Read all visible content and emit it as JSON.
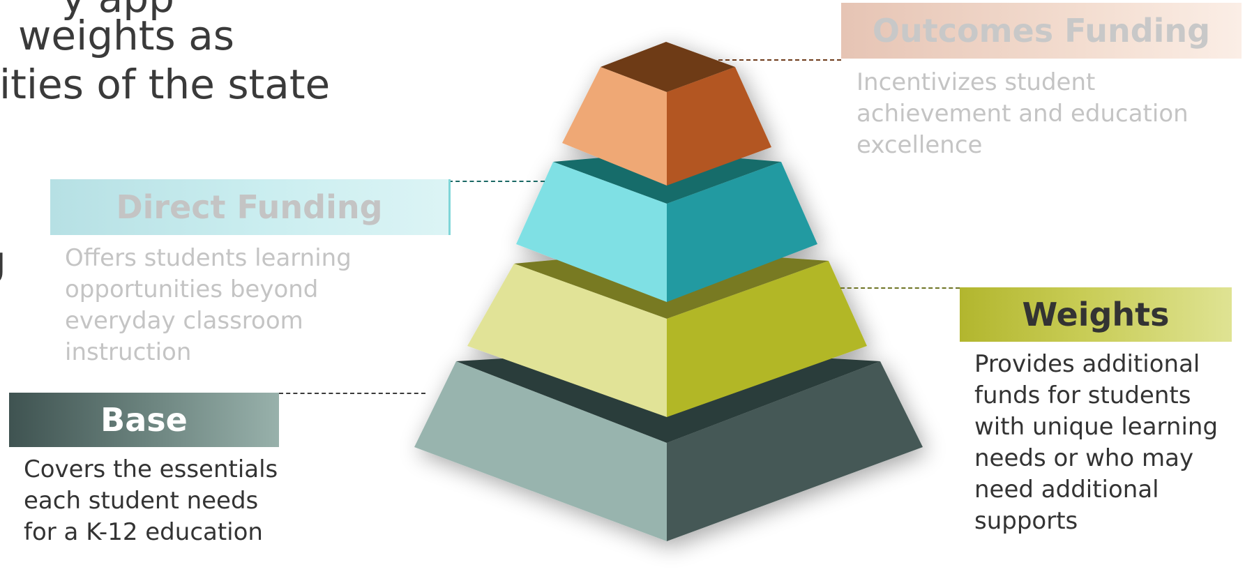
{
  "heading": {
    "line1": "y app",
    "line2": "weights as",
    "line3": "bilities of the state",
    "line4": "g"
  },
  "tiers": {
    "outcomes": {
      "title": "Outcomes Funding",
      "description": "Incentivizes student achievement and education excellence",
      "color": "#e9c8b6"
    },
    "direct": {
      "title": "Direct Funding",
      "description": "Offers students learning opportunities beyond everyday classroom instruction",
      "color": "#bfe6e9"
    },
    "weights": {
      "title": "Weights",
      "description": "Provides additional funds for students with unique learning needs or who may need additional supports",
      "color": "#b2b62e"
    },
    "base": {
      "title": "Base",
      "description": "Covers the essentials each student needs for a K-12 education",
      "color": "#4a5e5b"
    }
  },
  "pyramid_colors": {
    "top": [
      "#efa874",
      "#b35722",
      "#6e3a17"
    ],
    "second": [
      "#7fe0e4",
      "#229aa1",
      "#186c6a"
    ],
    "third": [
      "#e1e397",
      "#b2b727",
      "#787a22"
    ],
    "base": [
      "#98b4ae",
      "#445956",
      "#2c3c3a"
    ]
  }
}
